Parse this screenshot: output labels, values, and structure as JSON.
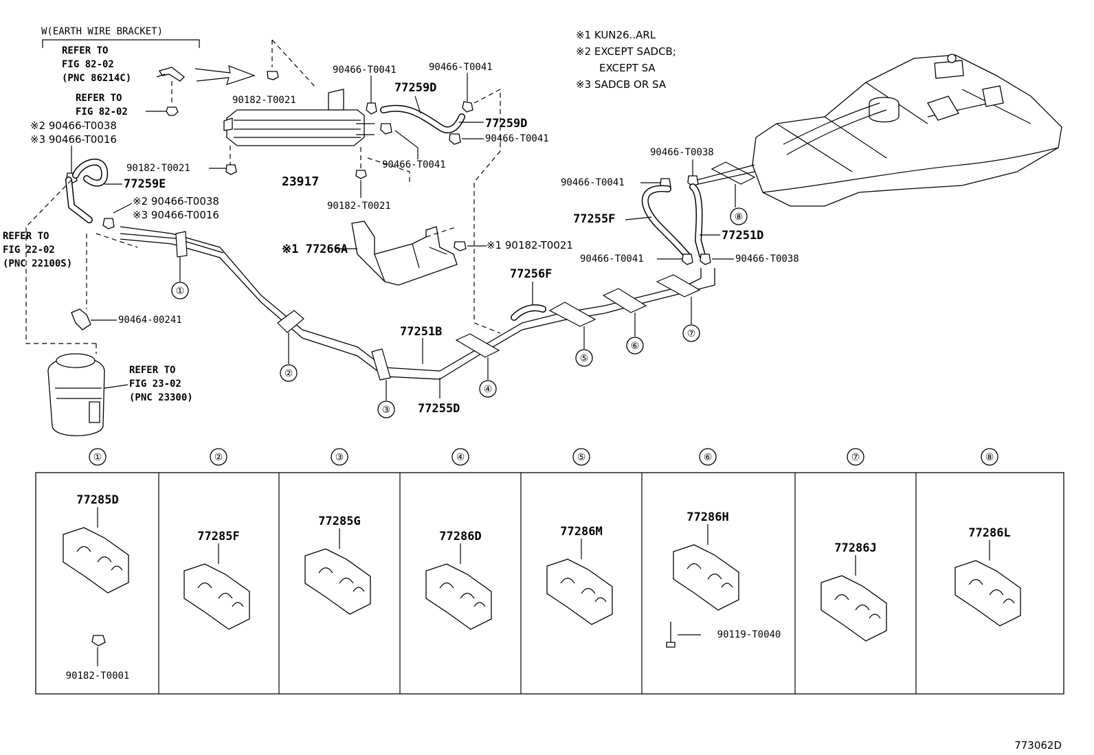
{
  "figure_code": "773062D",
  "notes": [
    "※1 KUN26..ARL",
    "※2 EXCEPT SADCB;",
    "EXCEPT SA",
    "※3 SADCB OR SA"
  ],
  "earth_bracket": {
    "title": "W(EARTH WIRE BRACKET)",
    "refer1": [
      "REFER TO",
      "FIG 82-02",
      "(PNC 86214C)"
    ],
    "refer2": [
      "REFER TO",
      "FIG 82-02"
    ]
  },
  "refer_fig22": [
    "REFER TO",
    "FIG 22-02",
    "(PNC 22100S)"
  ],
  "refer_fig23": [
    "REFER TO",
    "FIG 23-02",
    "(PNC 23300)"
  ],
  "labels": {
    "p90182_t0021_a": "90182-T0021",
    "p90466_t0041_a": "90466-T0041",
    "p90466_t0041_b": "90466-T0041",
    "p77259d_a": "77259D",
    "p77259d_b": "77259D",
    "p90466_t0041_c": "90466-T0041",
    "p90466_t0041_d": "90466-T0041",
    "p90182_t0021_b": "90182-T0021",
    "p23917": "23917",
    "p90182_t0021_c": "90182-T0021",
    "p2_90466_t0038_a": "※2 90466-T0038",
    "p3_90466_t0016_a": "※3 90466-T0016",
    "p77259e": "77259E",
    "p2_90466_t0038_b": "※2 90466-T0038",
    "p3_90466_t0016_b": "※3 90466-T0016",
    "p1_77266a": "※1 77266A",
    "p1_90182_t0021": "※1 90182-T0021",
    "p90464_00241": "90464-00241",
    "p90466_t0038_top": "90466-T0038",
    "p90466_t0041_e": "90466-T0041",
    "p77255f": "77255F",
    "p77251d": "77251D",
    "p90466_t0041_f": "90466-T0041",
    "p90466_t0038_bot": "90466-T0038",
    "p77256f": "77256F",
    "p77251b": "77251B",
    "p77255d": "77255D"
  },
  "callouts": [
    "①",
    "②",
    "③",
    "④",
    "⑤",
    "⑥",
    "⑦",
    "⑧"
  ],
  "clamp_panels": [
    {
      "num": "①",
      "part": "77285D",
      "extra": "90182-T0001"
    },
    {
      "num": "②",
      "part": "77285F",
      "extra": ""
    },
    {
      "num": "③",
      "part": "77285G",
      "extra": ""
    },
    {
      "num": "④",
      "part": "77286D",
      "extra": ""
    },
    {
      "num": "⑤",
      "part": "77286M",
      "extra": ""
    },
    {
      "num": "⑥",
      "part": "77286H",
      "extra": "90119-T0040"
    },
    {
      "num": "⑦",
      "part": "77286J",
      "extra": ""
    },
    {
      "num": "⑧",
      "part": "77286L",
      "extra": ""
    }
  ]
}
